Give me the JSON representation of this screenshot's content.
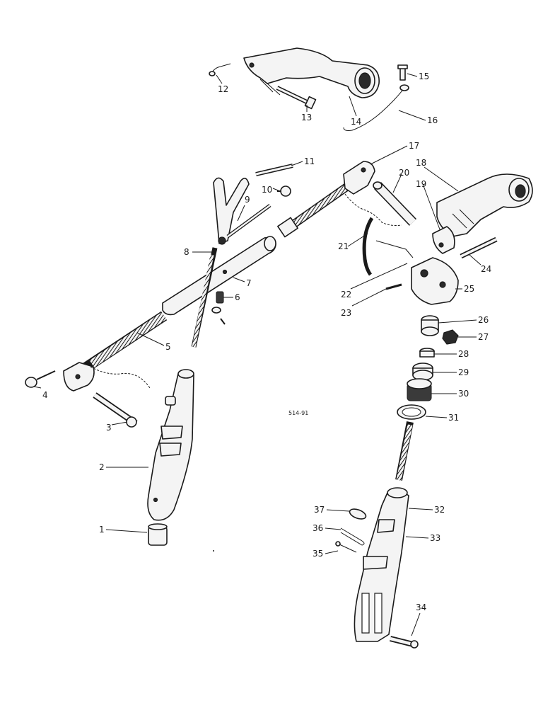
{
  "diagram": {
    "reference_code": "514-91",
    "callouts": [
      "1",
      "2",
      "3",
      "4",
      "5",
      "6",
      "7",
      "8",
      "9",
      "10",
      "11",
      "12",
      "13",
      "14",
      "15",
      "16",
      "17",
      "18",
      "19",
      "20",
      "21",
      "22",
      "23",
      "24",
      "25",
      "26",
      "27",
      "28",
      "29",
      "30",
      "31",
      "32",
      "33",
      "34",
      "35",
      "36",
      "37"
    ]
  }
}
